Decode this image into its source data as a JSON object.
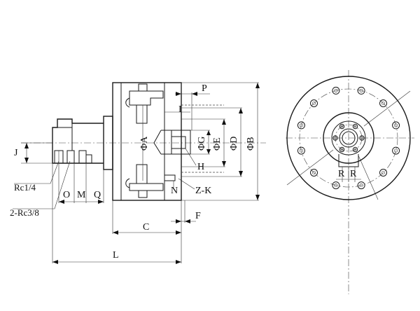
{
  "labels": {
    "J": "J",
    "Rc14": "Rc1/4",
    "Rc38": "2-Rc3/8",
    "O": "O",
    "M": "M",
    "Q": "Q",
    "C": "C",
    "L": "L",
    "F": "F",
    "P": "P",
    "I": "I",
    "A": "ΦA",
    "G": "ΦG",
    "E": "ΦE",
    "D": "ΦD",
    "B": "ΦB",
    "H": "H",
    "N": "N",
    "ZK": "Z-K",
    "R1": "R",
    "R2": "R"
  }
}
